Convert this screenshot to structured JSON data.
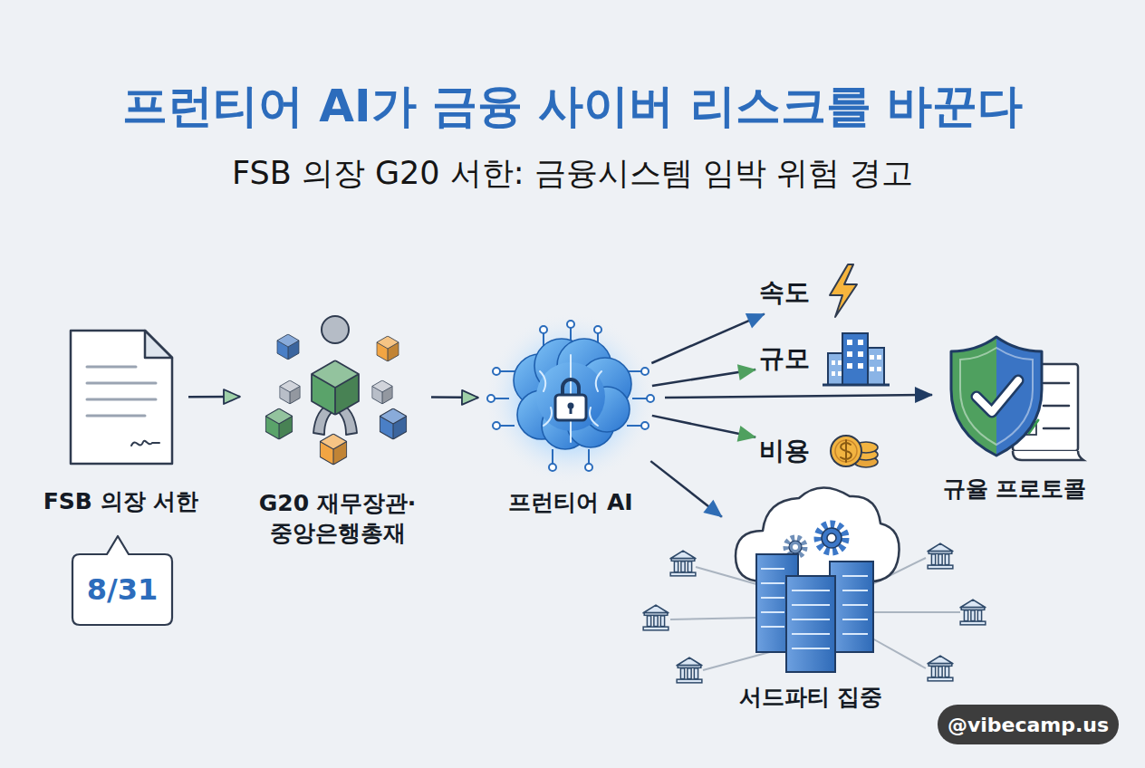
{
  "diagram": {
    "title": "프런티어 AI가 금융 사이버 리스크를 바꾼다",
    "nodes": [
      {
        "text": [
          "FSB 의장 서한"
        ]
      },
      {
        "text": [
          "8/31"
        ]
      },
      {
        "text": [
          "G20 재무장관· 중앙은행총재"
        ]
      },
      {
        "text": [
          "프런티어 AI"
        ]
      },
      {
        "text": [
          "속도"
        ]
      },
      {
        "text": [
          "규모"
        ]
      },
      {
        "text": [
          "비용"
        ]
      },
      {
        "text": [
          "규율 프로토콜"
        ]
      },
      {
        "text": [
          "서드파티 집중"
        ]
      }
    ],
    "edges": [
      {
        "from": 0,
        "to": 2,
        "arrow": "to"
      },
      {
        "from": 2,
        "to": 3,
        "arrow": "to"
      },
      {
        "from": 3,
        "to": 4,
        "arrow": "to"
      },
      {
        "from": 3,
        "to": 5,
        "arrow": "to"
      },
      {
        "from": 3,
        "to": 6,
        "arrow": "to"
      },
      {
        "from": 3,
        "to": 7,
        "arrow": "to"
      },
      {
        "from": 3,
        "to": 8,
        "arrow": "to"
      }
    ],
    "labels": [
      "FSB 의장 G20 서한: 금융시스템 임박 위험 경고",
      "@vibecamp.us"
    ]
  }
}
